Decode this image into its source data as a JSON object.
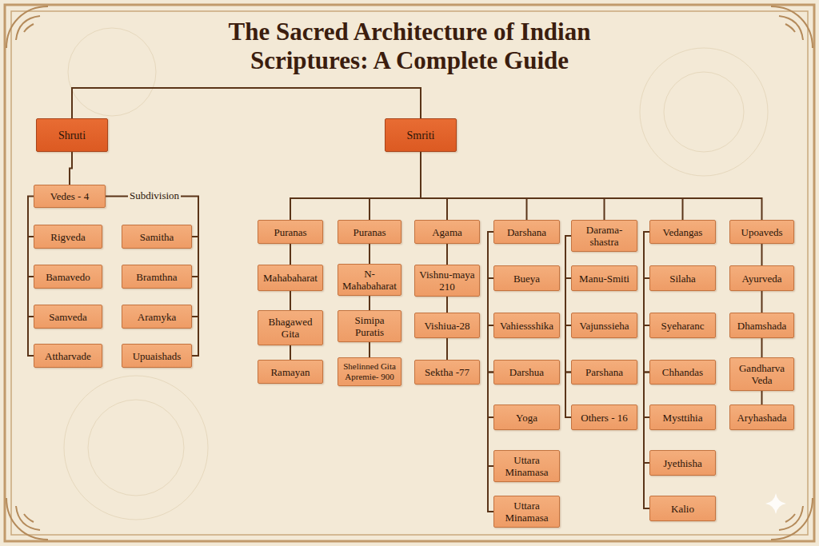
{
  "diagram": {
    "title": "The Sacred Architecture of Indian Scriptures: A Complete Guide",
    "nodes": [
      {
        "text": [
          "Shruti"
        ]
      },
      {
        "text": [
          "Smriti"
        ]
      },
      {
        "text": [
          "Vedes - 4"
        ]
      },
      {
        "text": [
          "Rigveda"
        ]
      },
      {
        "text": [
          "Bamavedo"
        ]
      },
      {
        "text": [
          "Samveda"
        ]
      },
      {
        "text": [
          "Attharvade"
        ]
      },
      {
        "text": [
          "Samitha"
        ]
      },
      {
        "text": [
          "Bramthna"
        ]
      },
      {
        "text": [
          "Aramyka"
        ]
      },
      {
        "text": [
          "Upuaishads"
        ]
      },
      {
        "text": [
          "Puranas"
        ]
      },
      {
        "text": [
          "Mahabaharat"
        ]
      },
      {
        "text": [
          "Bhagawed Gita"
        ]
      },
      {
        "text": [
          "Ramayan"
        ]
      },
      {
        "text": [
          "Puranas"
        ]
      },
      {
        "text": [
          "N-Mahabaharat"
        ]
      },
      {
        "text": [
          "Simipa Puratis"
        ]
      },
      {
        "text": [
          "Shelinned Gita Apremie- 900"
        ]
      },
      {
        "text": [
          "Agama"
        ]
      },
      {
        "text": [
          "Vishnu-maya 210"
        ]
      },
      {
        "text": [
          "Vishiua-28"
        ]
      },
      {
        "text": [
          "Sektha -77"
        ]
      },
      {
        "text": [
          "Darshana"
        ]
      },
      {
        "text": [
          "Bueya"
        ]
      },
      {
        "text": [
          "Vahiessshika"
        ]
      },
      {
        "text": [
          "Darshua"
        ]
      },
      {
        "text": [
          "Yoga"
        ]
      },
      {
        "text": [
          "Uttara Minamasa"
        ]
      },
      {
        "text": [
          "Uttara Minamasa"
        ]
      },
      {
        "text": [
          "Darama-shastra"
        ]
      },
      {
        "text": [
          "Manu-Smiti"
        ]
      },
      {
        "text": [
          "Vajunssieha"
        ]
      },
      {
        "text": [
          "Parshana"
        ]
      },
      {
        "text": [
          "Others - 16"
        ]
      },
      {
        "text": [
          "Vedangas"
        ]
      },
      {
        "text": [
          "Silaha"
        ]
      },
      {
        "text": [
          "Syeharanc"
        ]
      },
      {
        "text": [
          "Chhandas"
        ]
      },
      {
        "text": [
          "Mysttihia"
        ]
      },
      {
        "text": [
          "Jyethisha"
        ]
      },
      {
        "text": [
          "Kalio"
        ]
      },
      {
        "text": [
          "Upoaveds"
        ]
      },
      {
        "text": [
          "Ayurveda"
        ]
      },
      {
        "text": [
          "Dhamshada"
        ]
      },
      {
        "text": [
          "Gandharva Veda"
        ]
      },
      {
        "text": [
          "Aryhashada"
        ]
      }
    ],
    "edges": [
      {
        "from": 0,
        "to": 1,
        "arrow": "none"
      },
      {
        "from": 0,
        "to": 2,
        "arrow": "none"
      },
      {
        "from": 1,
        "to": 11,
        "arrow": "none"
      },
      {
        "from": 1,
        "to": 15,
        "arrow": "none"
      },
      {
        "from": 1,
        "to": 19,
        "arrow": "none"
      },
      {
        "from": 1,
        "to": 23,
        "arrow": "none"
      },
      {
        "from": 1,
        "to": 30,
        "arrow": "none"
      },
      {
        "from": 1,
        "to": 35,
        "arrow": "none"
      },
      {
        "from": 1,
        "to": 42,
        "arrow": "none"
      },
      {
        "from": 2,
        "to": 3,
        "arrow": "none"
      },
      {
        "from": 3,
        "to": 4,
        "arrow": "none"
      },
      {
        "from": 4,
        "to": 5,
        "arrow": "none"
      },
      {
        "from": 5,
        "to": 6,
        "arrow": "none"
      },
      {
        "from": 2,
        "to": 7,
        "arrow": "none"
      },
      {
        "from": 7,
        "to": 8,
        "arrow": "none"
      },
      {
        "from": 8,
        "to": 9,
        "arrow": "none"
      },
      {
        "from": 9,
        "to": 10,
        "arrow": "none"
      },
      {
        "from": 11,
        "to": 12,
        "arrow": "none"
      },
      {
        "from": 12,
        "to": 13,
        "arrow": "none"
      },
      {
        "from": 13,
        "to": 14,
        "arrow": "none"
      },
      {
        "from": 15,
        "to": 16,
        "arrow": "none"
      },
      {
        "from": 16,
        "to": 17,
        "arrow": "none"
      },
      {
        "from": 17,
        "to": 18,
        "arrow": "none"
      },
      {
        "from": 19,
        "to": 20,
        "arrow": "none"
      },
      {
        "from": 20,
        "to": 21,
        "arrow": "none"
      },
      {
        "from": 21,
        "to": 22,
        "arrow": "none"
      },
      {
        "from": 23,
        "to": 24,
        "arrow": "none"
      },
      {
        "from": 24,
        "to": 25,
        "arrow": "none"
      },
      {
        "from": 25,
        "to": 26,
        "arrow": "none"
      },
      {
        "from": 26,
        "to": 27,
        "arrow": "none"
      },
      {
        "from": 27,
        "to": 28,
        "arrow": "none"
      },
      {
        "from": 28,
        "to": 29,
        "arrow": "none"
      },
      {
        "from": 30,
        "to": 31,
        "arrow": "none"
      },
      {
        "from": 31,
        "to": 32,
        "arrow": "none"
      },
      {
        "from": 32,
        "to": 33,
        "arrow": "none"
      },
      {
        "from": 33,
        "to": 34,
        "arrow": "none"
      },
      {
        "from": 35,
        "to": 36,
        "arrow": "none"
      },
      {
        "from": 36,
        "to": 37,
        "arrow": "none"
      },
      {
        "from": 37,
        "to": 38,
        "arrow": "none"
      },
      {
        "from": 38,
        "to": 39,
        "arrow": "none"
      },
      {
        "from": 39,
        "to": 40,
        "arrow": "none"
      },
      {
        "from": 40,
        "to": 41,
        "arrow": "none"
      },
      {
        "from": 42,
        "to": 43,
        "arrow": "none"
      },
      {
        "from": 43,
        "to": 44,
        "arrow": "none"
      },
      {
        "from": 44,
        "to": 45,
        "arrow": "none"
      },
      {
        "from": 45,
        "to": 46,
        "arrow": "none"
      }
    ],
    "labels": [
      "Subdivision"
    ]
  }
}
